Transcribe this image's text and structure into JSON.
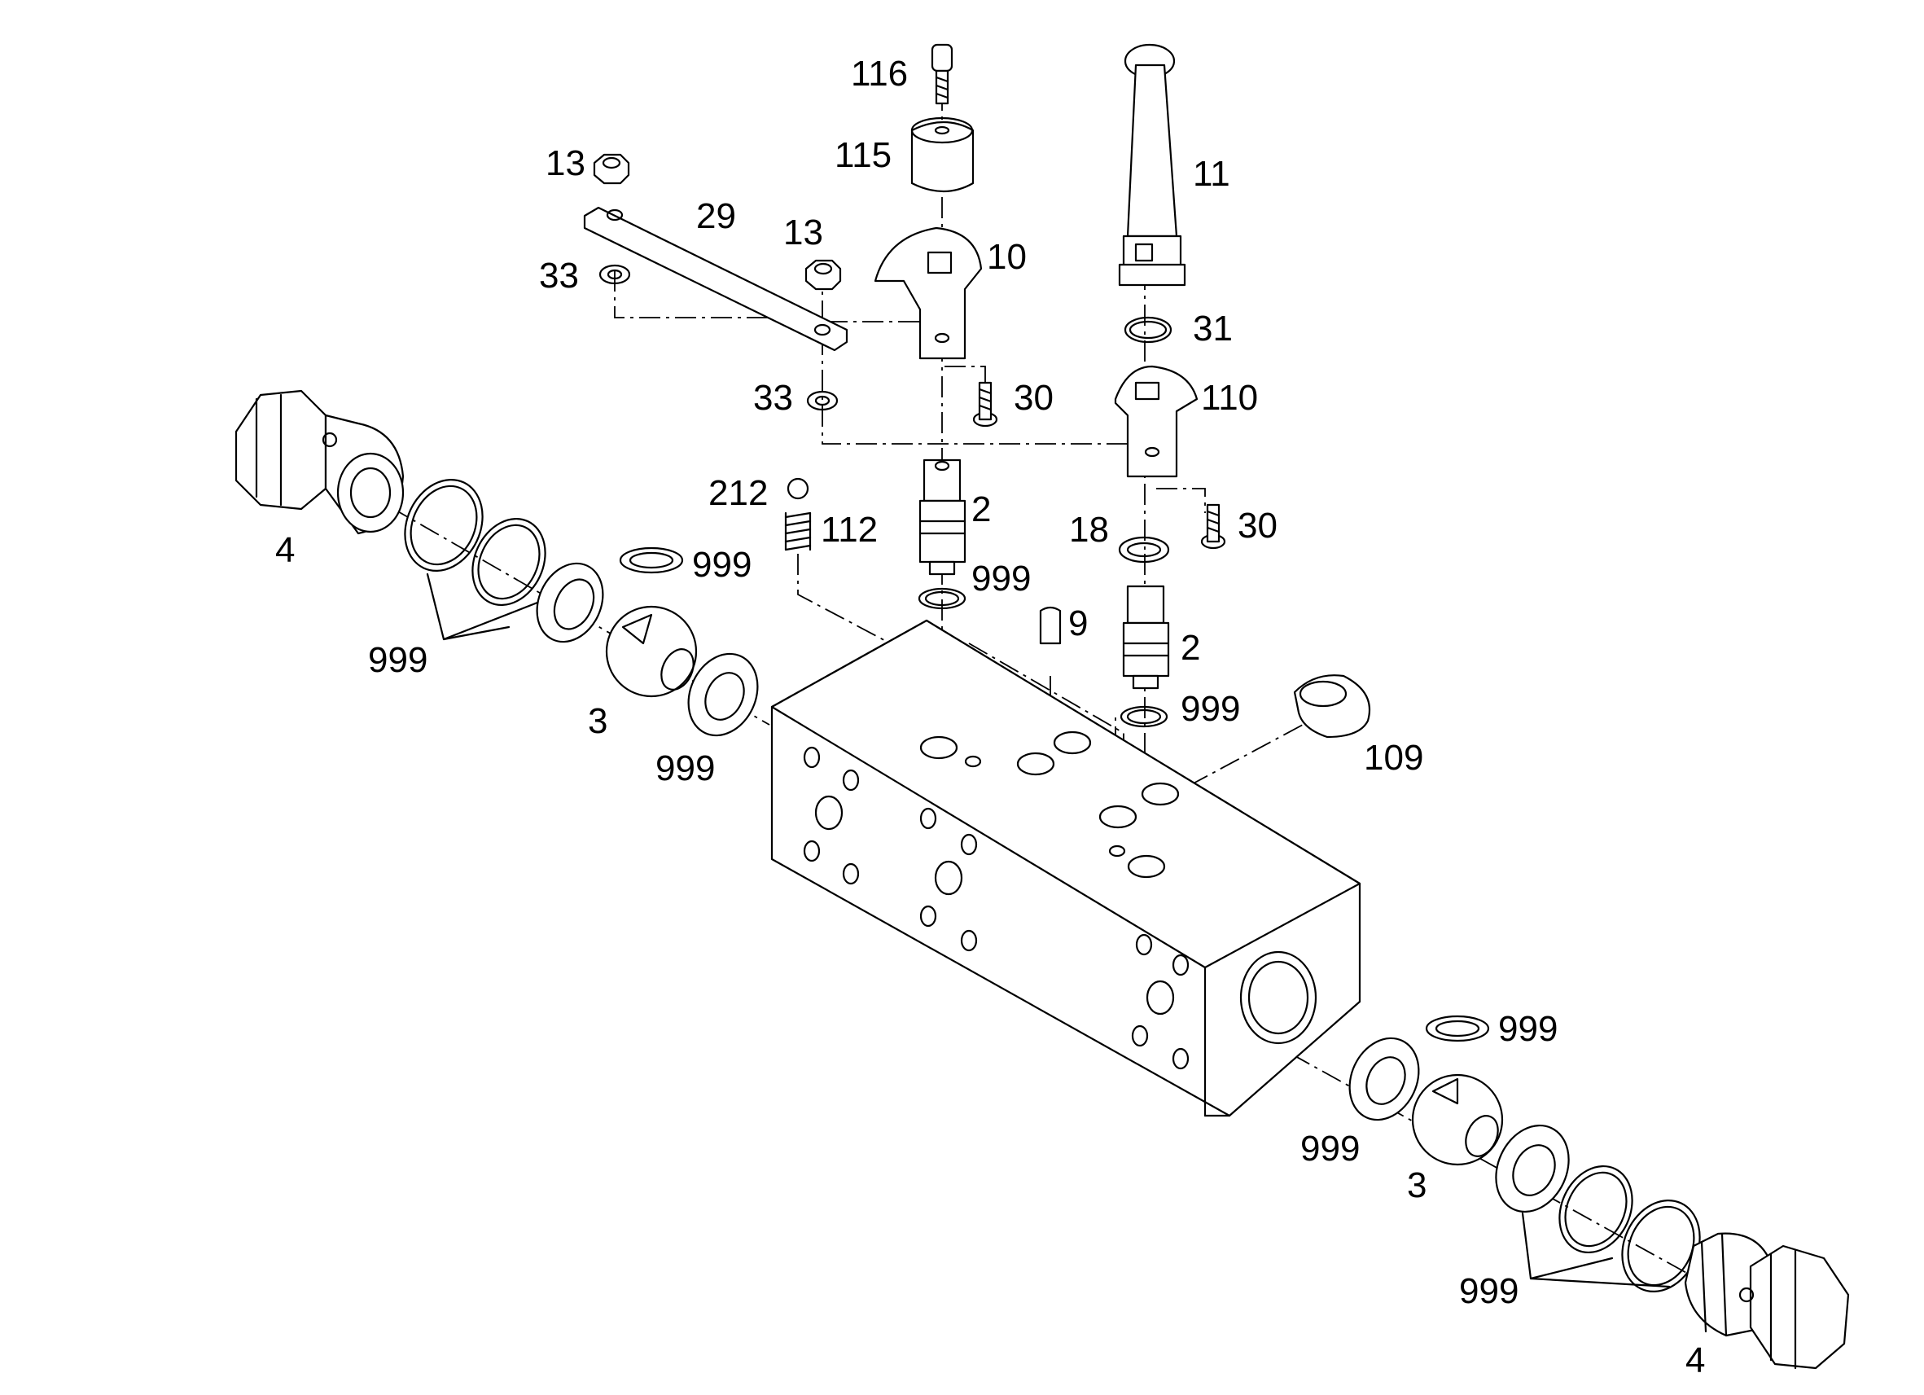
{
  "labels": {
    "l116": "116",
    "l115": "115",
    "l13a": "13",
    "l29": "29",
    "l13b": "13",
    "l33a": "33",
    "l10": "10",
    "l11": "11",
    "l31": "31",
    "l33b": "33",
    "l30a": "30",
    "l110": "110",
    "l212": "212",
    "l112": "112",
    "l2a": "2",
    "l18": "18",
    "l30b": "30",
    "l999a": "999",
    "l9": "9",
    "l2b": "2",
    "l999b": "999",
    "l109": "109",
    "l4a": "4",
    "l999c": "999",
    "l999d": "999",
    "l3a": "3",
    "l999e": "999",
    "l999f": "999",
    "l999g": "999",
    "l3b": "3",
    "l999h": "999",
    "l4b": "4"
  }
}
